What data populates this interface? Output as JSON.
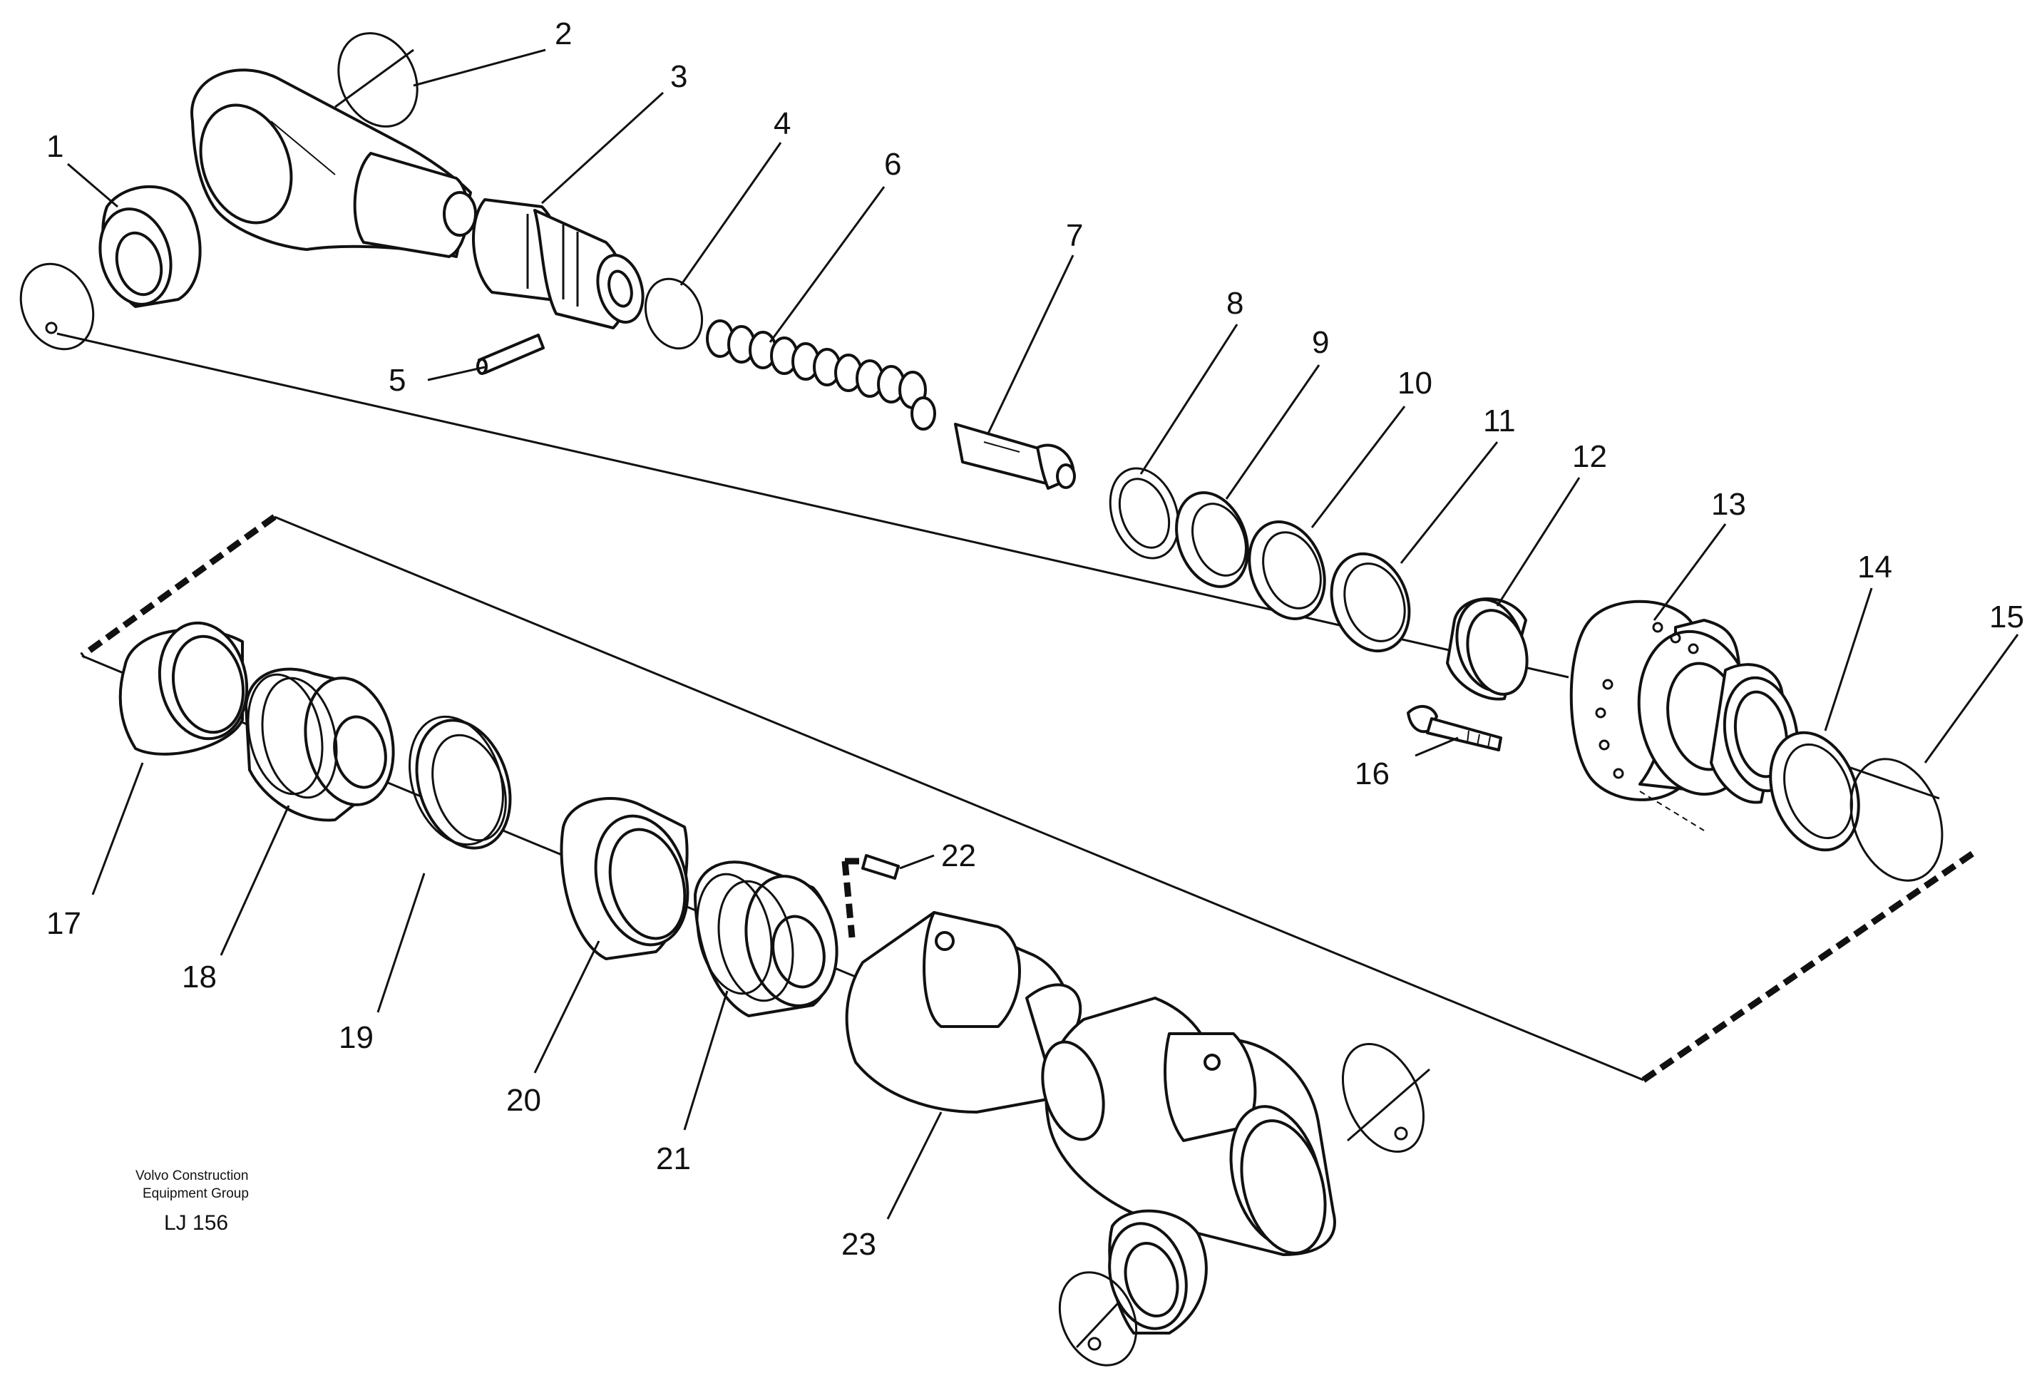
{
  "callouts": [
    "1",
    "2",
    "3",
    "4",
    "5",
    "6",
    "7",
    "8",
    "9",
    "10",
    "11",
    "12",
    "13",
    "14",
    "15",
    "16",
    "17",
    "18",
    "19",
    "20",
    "21",
    "22",
    "23"
  ],
  "credit": {
    "line1": "Volvo Construction",
    "line2": "Equipment Group",
    "code": "LJ 156"
  }
}
